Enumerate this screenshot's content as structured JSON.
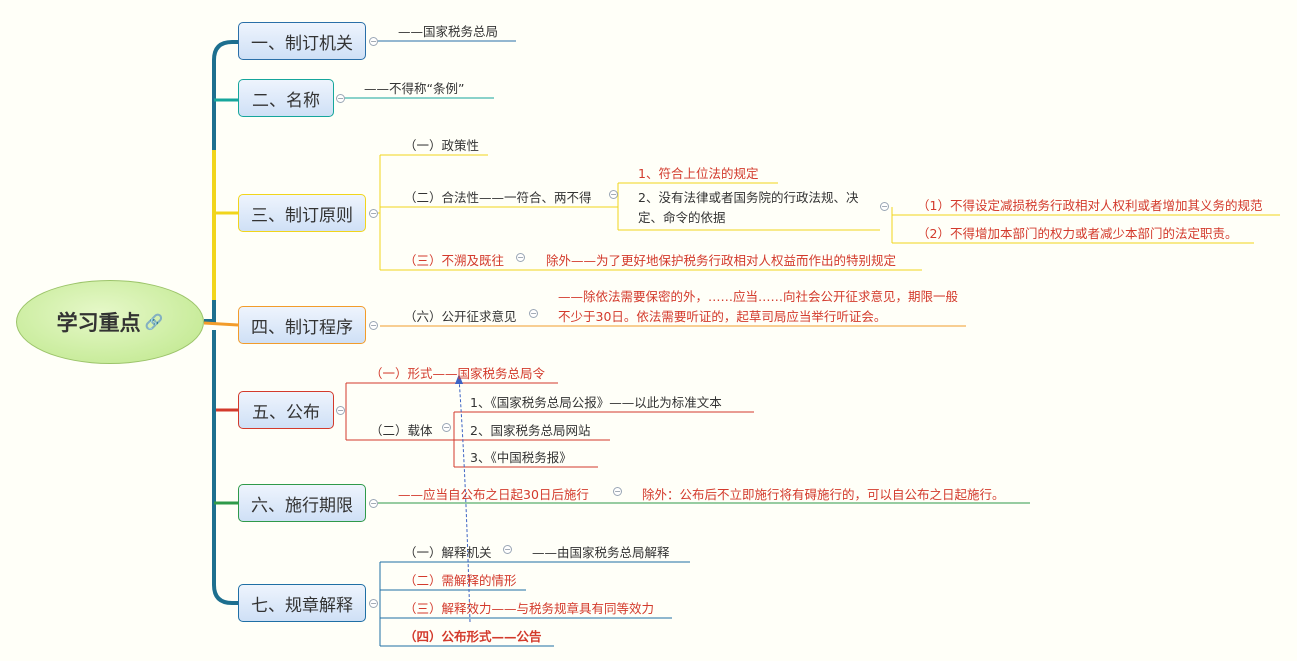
{
  "root": {
    "title": "学习重点",
    "icon": "link-icon"
  },
  "branches": [
    {
      "label": "一、制订机关",
      "children": [
        "——国家税务总局"
      ]
    },
    {
      "label": "二、名称",
      "children": [
        "——不得称“条例”"
      ]
    },
    {
      "label": "三、制订原则",
      "children": {
        "policy": "（一）政策性",
        "legality": "（二）合法性——一符合、两不得",
        "legality_1": "1、符合上位法的规定",
        "legality_2": "2、没有法律或者国务院的行政法规、决定、命令的依据",
        "legality_2_a": "（1）不得设定减损税务行政相对人权利或者增加其义务的规范",
        "legality_2_b": "（2）不得增加本部门的权力或者减少本部门的法定职责。",
        "retro": "（三）不溯及既往",
        "retro_exception": "除外——为了更好地保护税务行政相对人权益而作出的特别规定"
      }
    },
    {
      "label": "四、制订程序",
      "children": {
        "item": "（六）公开征求意见",
        "note": "——除依法需要保密的外，……应当……向社会公开征求意见，期限一般不少于30日。依法需要听证的，起草司局应当举行听证会。"
      }
    },
    {
      "label": "五、公布",
      "children": {
        "form": "（一）形式——国家税务总局令",
        "carrier": "（二）载体",
        "carrier_1": "1、《国家税务总局公报》——以此为标准文本",
        "carrier_2": "2、国家税务总局网站",
        "carrier_3": "3、《中国税务报》"
      }
    },
    {
      "label": "六、施行期限",
      "children": {
        "main": "——应当自公布之日起30日后施行",
        "exception": "除外：公布后不立即施行将有碍施行的，可以自公布之日起施行。"
      }
    },
    {
      "label": "七、规章解释",
      "children": {
        "organ": "（一）解释机关",
        "organ_detail": "——由国家税务总局解释",
        "situation": "（二）需解释的情形",
        "effect": "（三）解释效力——与税务规章具有同等效力",
        "form": "（四）公布形式——公告"
      }
    }
  ],
  "colors": {
    "accent_red": "#d33a2c",
    "branch_1": "#2a6fa8",
    "branch_2": "#1aa39a",
    "branch_3": "#f3d21a",
    "branch_4": "#f29c2b",
    "branch_5": "#d33a2c",
    "branch_6": "#2f9a4a",
    "branch_7": "#1f6fa5"
  }
}
